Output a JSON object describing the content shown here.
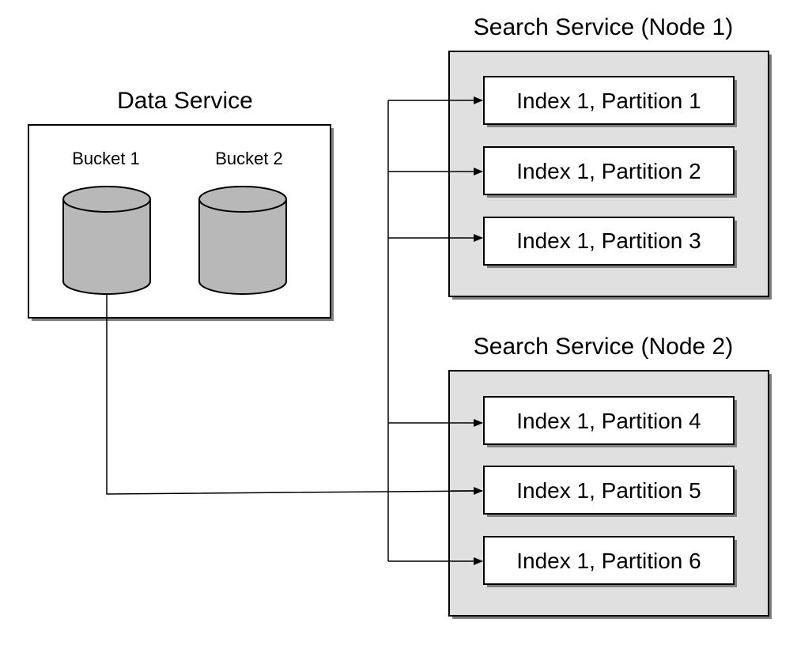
{
  "colors": {
    "stroke": "#000000",
    "shadow": "#7f7f7f",
    "container_fill": "#e0e0e0",
    "cylinder_fill": "#b8b8b8",
    "box_fill": "#ffffff"
  },
  "data_service": {
    "title": "Data Service",
    "buckets": [
      {
        "label": "Bucket 1"
      },
      {
        "label": "Bucket 2"
      }
    ]
  },
  "search_nodes": [
    {
      "title": "Search Service (Node 1)",
      "partitions": [
        {
          "label": "Index 1, Partition 1"
        },
        {
          "label": "Index 1, Partition 2"
        },
        {
          "label": "Index 1, Partition 3"
        }
      ]
    },
    {
      "title": "Search Service (Node 2)",
      "partitions": [
        {
          "label": "Index 1, Partition 4"
        },
        {
          "label": "Index 1, Partition 5"
        },
        {
          "label": "Index 1, Partition 6"
        }
      ]
    }
  ],
  "connections": [
    {
      "from": "Bucket 1",
      "to": "Index 1, Partition 1"
    },
    {
      "from": "Bucket 1",
      "to": "Index 1, Partition 2"
    },
    {
      "from": "Bucket 1",
      "to": "Index 1, Partition 3"
    },
    {
      "from": "Bucket 1",
      "to": "Index 1, Partition 4"
    },
    {
      "from": "Bucket 1",
      "to": "Index 1, Partition 5"
    },
    {
      "from": "Bucket 1",
      "to": "Index 1, Partition 6"
    }
  ]
}
